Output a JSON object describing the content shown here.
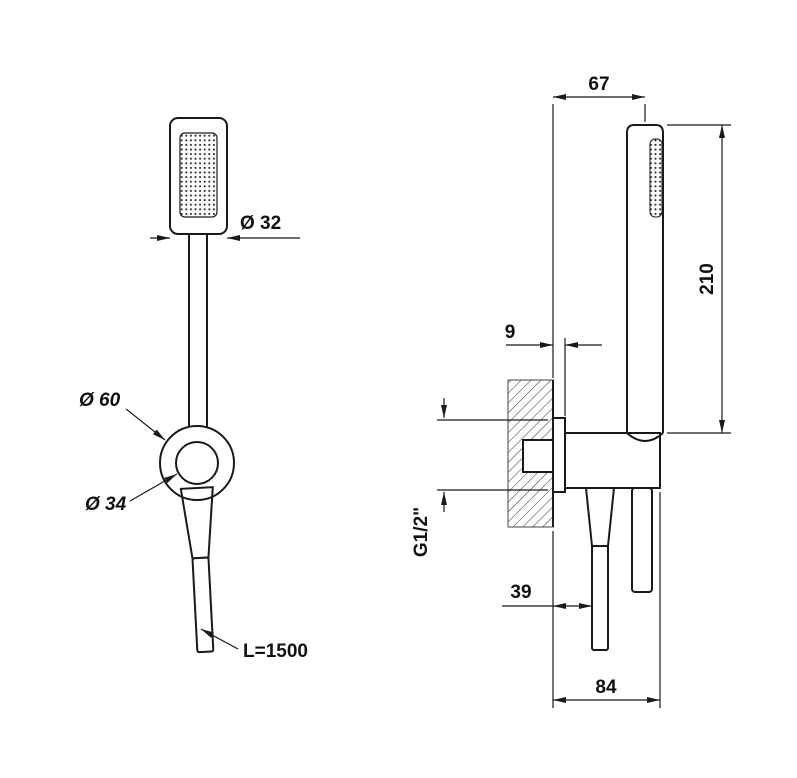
{
  "colors": {
    "line": "#1a1a1a",
    "background": "#ffffff"
  },
  "front_view": {
    "head_width_label": "Ø 32",
    "bracket_outer_label": "Ø 60",
    "bracket_inner_label": "Ø 34",
    "hose_length_label": "L=1500"
  },
  "side_view": {
    "wall_offset_label": "67",
    "handle_length_label": "210",
    "flange_depth_label": "9",
    "thread_label": "G1/2\"",
    "hose_offset_label": "39",
    "total_depth_label": "84"
  }
}
